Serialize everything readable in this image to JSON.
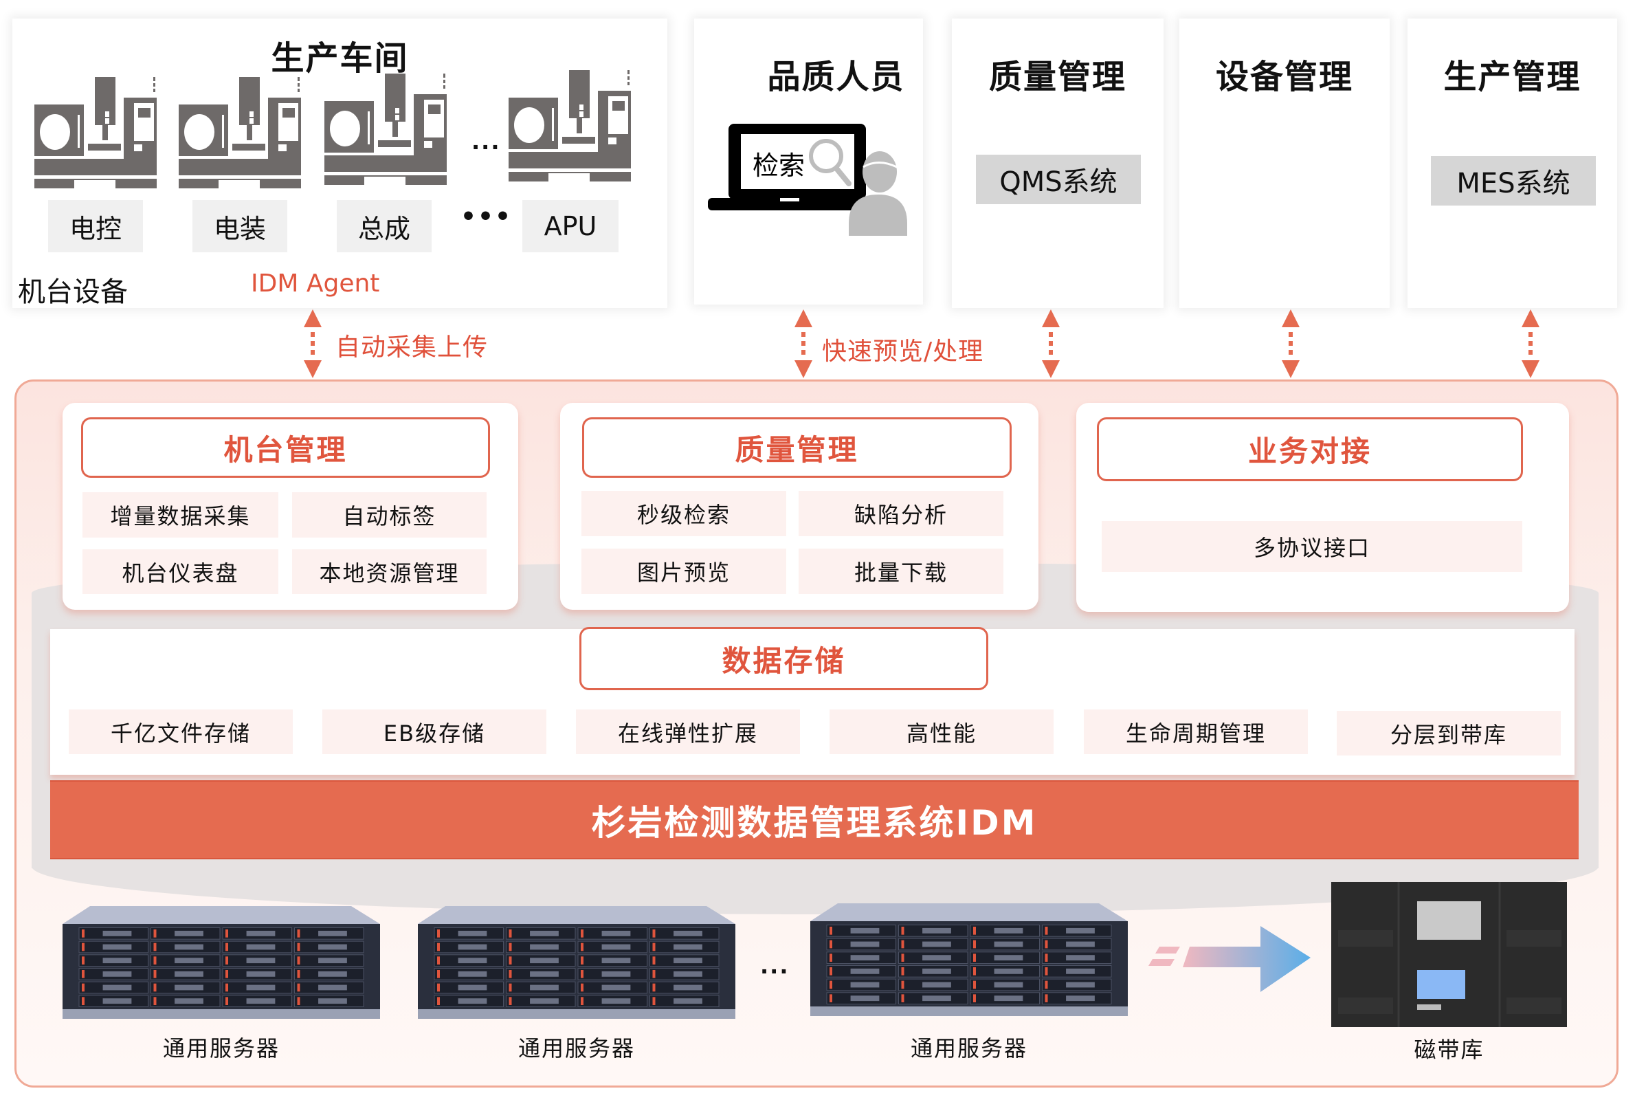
{
  "workshop": {
    "title": "生产车间",
    "machines": [
      {
        "label": "电控"
      },
      {
        "label": "电装"
      },
      {
        "label": "总成"
      },
      {
        "label": "APU"
      }
    ],
    "ellipsis_top": "...",
    "ellipsis_label": "•••",
    "equipment_label": "机台设备",
    "agent_label": "IDM Agent"
  },
  "top_cards": [
    {
      "title": "品质人员",
      "screen_text": "检索"
    },
    {
      "title": "质量管理",
      "chip": "QMS系统"
    },
    {
      "title": "设备管理"
    },
    {
      "title": "生产管理",
      "chip": "MES系统"
    }
  ],
  "connectors": {
    "upload_label": "自动采集上传",
    "preview_label": "快速预览/处理"
  },
  "modules": [
    {
      "title": "机台管理",
      "items": [
        "增量数据采集",
        "自动标签",
        "机台仪表盘",
        "本地资源管理"
      ]
    },
    {
      "title": "质量管理",
      "items": [
        "秒级检索",
        "缺陷分析",
        "图片预览",
        "批量下载"
      ]
    },
    {
      "title": "业务对接",
      "items": [
        "多协议接口"
      ]
    }
  ],
  "storage": {
    "title": "数据存储",
    "items": [
      "千亿文件存储",
      "EB级存储",
      "在线弹性扩展",
      "高性能",
      "生命周期管理",
      "分层到带库"
    ]
  },
  "system_name": "杉岩检测数据管理系统IDM",
  "hardware": {
    "servers": [
      {
        "label": "通用服务器"
      },
      {
        "label": "通用服务器"
      },
      {
        "label": "通用服务器"
      }
    ],
    "ellipsis": "...",
    "tape_library": {
      "label": "磁带库"
    }
  },
  "colors": {
    "accent": "#e56b50",
    "accent_text": "#e0553d",
    "panel_bg": "#fdf1ef",
    "chip_gray": "#d6d6d6",
    "machine_gray": "#6e6a69"
  }
}
